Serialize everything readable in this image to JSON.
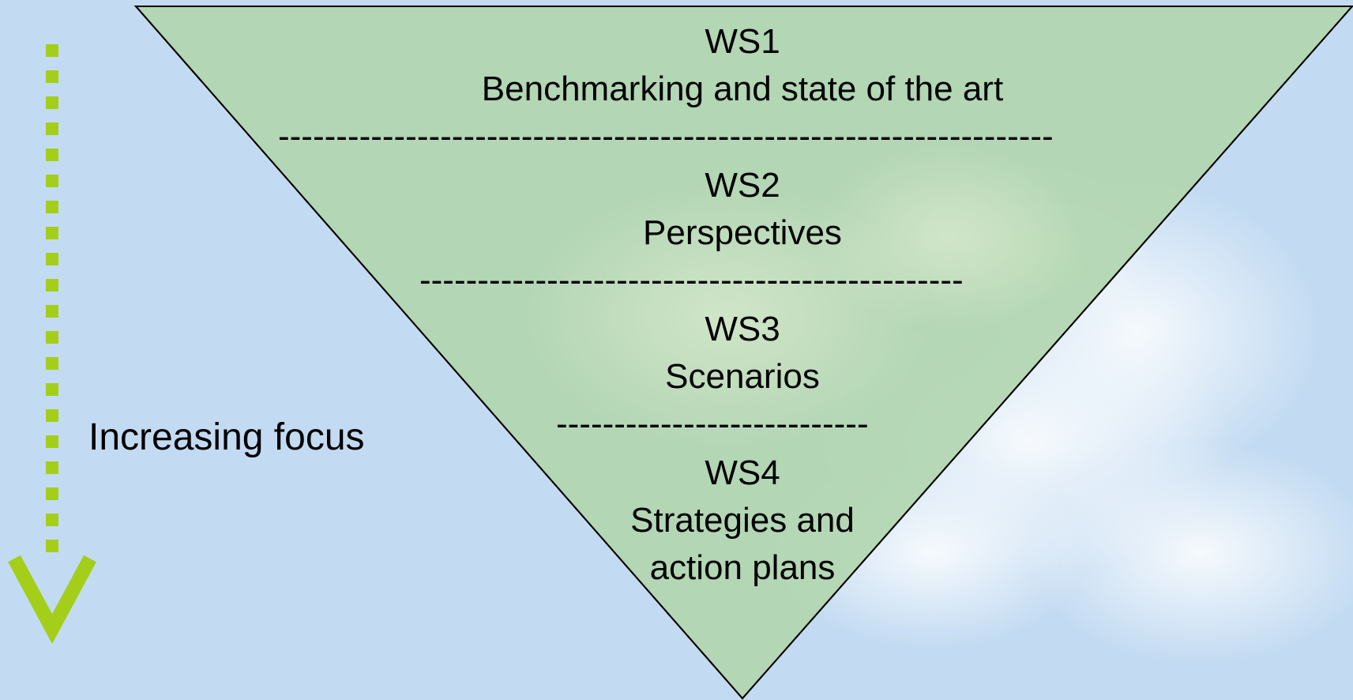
{
  "colors": {
    "sky": "#c3dbf2",
    "triangle_fill": "#b2d6b0",
    "triangle_stroke": "#000000",
    "arrow_green": "#a3cf1b",
    "text": "#000000"
  },
  "workstreams": [
    {
      "id": "WS1",
      "title": "Benchmarking and state of the art"
    },
    {
      "id": "WS2",
      "title": "Perspectives"
    },
    {
      "id": "WS3",
      "title": "Scenarios"
    },
    {
      "id": "WS4",
      "title_line1": "Strategies and",
      "title_line2": "action plans"
    }
  ],
  "separators": [
    "-------------------------------------------------------------------",
    "-----------------------------------------------",
    "---------------------------"
  ],
  "focus_label": "Increasing focus",
  "arrow_icon": "dotted-down-arrow-icon"
}
